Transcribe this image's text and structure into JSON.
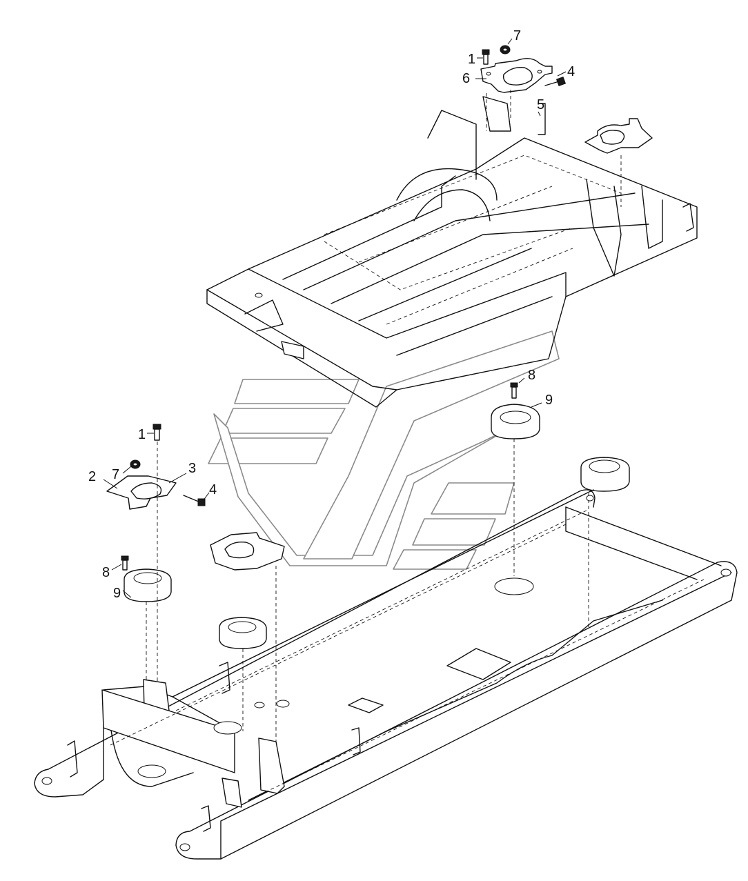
{
  "diagram": {
    "callouts": {
      "top_1": "1",
      "top_4": "4",
      "top_5": "5",
      "top_6": "6",
      "top_7": "7",
      "mid_8": "8",
      "mid_9": "9",
      "left_1": "1",
      "left_2": "2",
      "left_3": "3",
      "left_4": "4",
      "left_7": "7",
      "left_8": "8",
      "left_9": "9"
    }
  }
}
